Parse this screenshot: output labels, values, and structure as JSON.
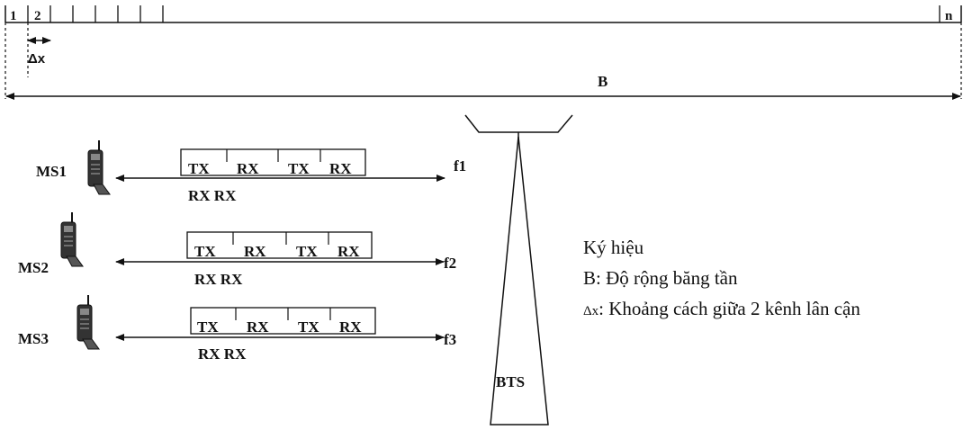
{
  "band": {
    "first_channel": "1",
    "second_channel": "2",
    "last_channel": "n",
    "spacing_label": "Δx",
    "bandwidth_label": "B"
  },
  "mobiles": [
    {
      "name": "MS1",
      "frequency": "f1",
      "slots": [
        "TX",
        "RX",
        "TX",
        "RX"
      ],
      "bottom_label": "RX RX"
    },
    {
      "name": "MS2",
      "frequency": "f2",
      "slots": [
        "TX",
        "RX",
        "TX",
        "RX"
      ],
      "bottom_label": "RX RX"
    },
    {
      "name": "MS3",
      "frequency": "f3",
      "slots": [
        "TX",
        "RX",
        "TX",
        "RX"
      ],
      "bottom_label": "RX RX"
    }
  ],
  "bts": {
    "label": "BTS"
  },
  "legend": {
    "title": "Ký hiệu",
    "line1": "B: Độ rộng băng tần",
    "line2_symbol": "Δx",
    "line2_text": ": Khoảng cách giữa 2 kênh lân cận"
  },
  "colors": {
    "ink": "#111111",
    "background": "#ffffff"
  }
}
